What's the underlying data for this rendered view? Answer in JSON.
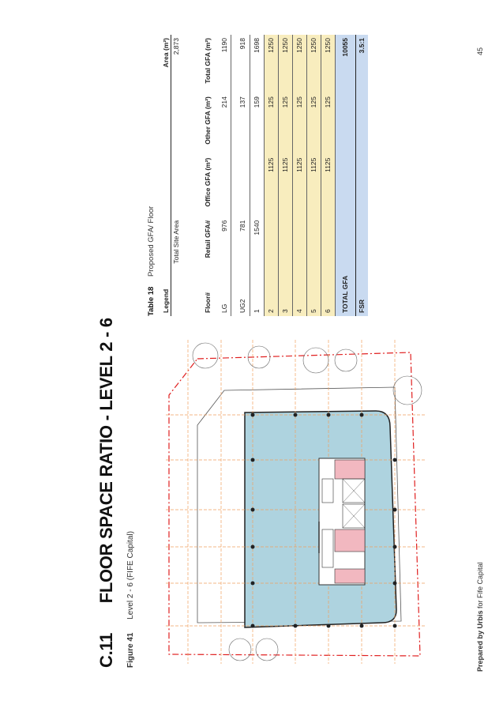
{
  "page": {
    "section_number": "C.11",
    "section_title": "FLOOR SPACE RATIO - LEVEL 2 - 6",
    "figure_label": "Figure 41",
    "figure_caption": "Level 2 - 6 (FIFE Capital)",
    "footer_prepared": "Prepared by Urbis",
    "footer_for": "for Fife Capital",
    "page_number": "45"
  },
  "table": {
    "label": "Table 18",
    "caption": "Proposed GFA/ Floor",
    "legend_label": "Legend",
    "area_header": "Area (m²)",
    "site_area_label": "Total Site Area",
    "site_area_value": "2,873",
    "headers": [
      "Floor#",
      "Retail GFA#",
      "Office GFA (m²)",
      "Other GFA (m²)",
      "Total GFA (m²)"
    ],
    "rows": [
      {
        "floor": "LG",
        "retail": "976",
        "office": "",
        "other": "214",
        "total": "1190",
        "highlight": false
      },
      {
        "floor": "UG2",
        "retail": "781",
        "office": "",
        "other": "137",
        "total": "918",
        "highlight": false
      },
      {
        "floor": "1",
        "retail": "1540",
        "office": "",
        "other": "159",
        "total": "1698",
        "highlight": false
      },
      {
        "floor": "2",
        "retail": "",
        "office": "1125",
        "other": "125",
        "total": "1250",
        "highlight": true
      },
      {
        "floor": "3",
        "retail": "",
        "office": "1125",
        "other": "125",
        "total": "1250",
        "highlight": true
      },
      {
        "floor": "4",
        "retail": "",
        "office": "1125",
        "other": "125",
        "total": "1250",
        "highlight": true
      },
      {
        "floor": "5",
        "retail": "",
        "office": "1125",
        "other": "125",
        "total": "1250",
        "highlight": true
      },
      {
        "floor": "6",
        "retail": "",
        "office": "1125",
        "other": "125",
        "total": "1250",
        "highlight": true
      }
    ],
    "total_label": "TOTAL GFA",
    "total_value": "10055",
    "fsr_label": "FSR",
    "fsr_value": "3.5:1"
  },
  "colors": {
    "floorplate": "#aed3df",
    "boundary": "#e02020",
    "grid": "#f0a060",
    "office_rows": "#f8edbe",
    "summary_rows": "#c9daf0",
    "core_rooms": "#f2b8c0"
  }
}
